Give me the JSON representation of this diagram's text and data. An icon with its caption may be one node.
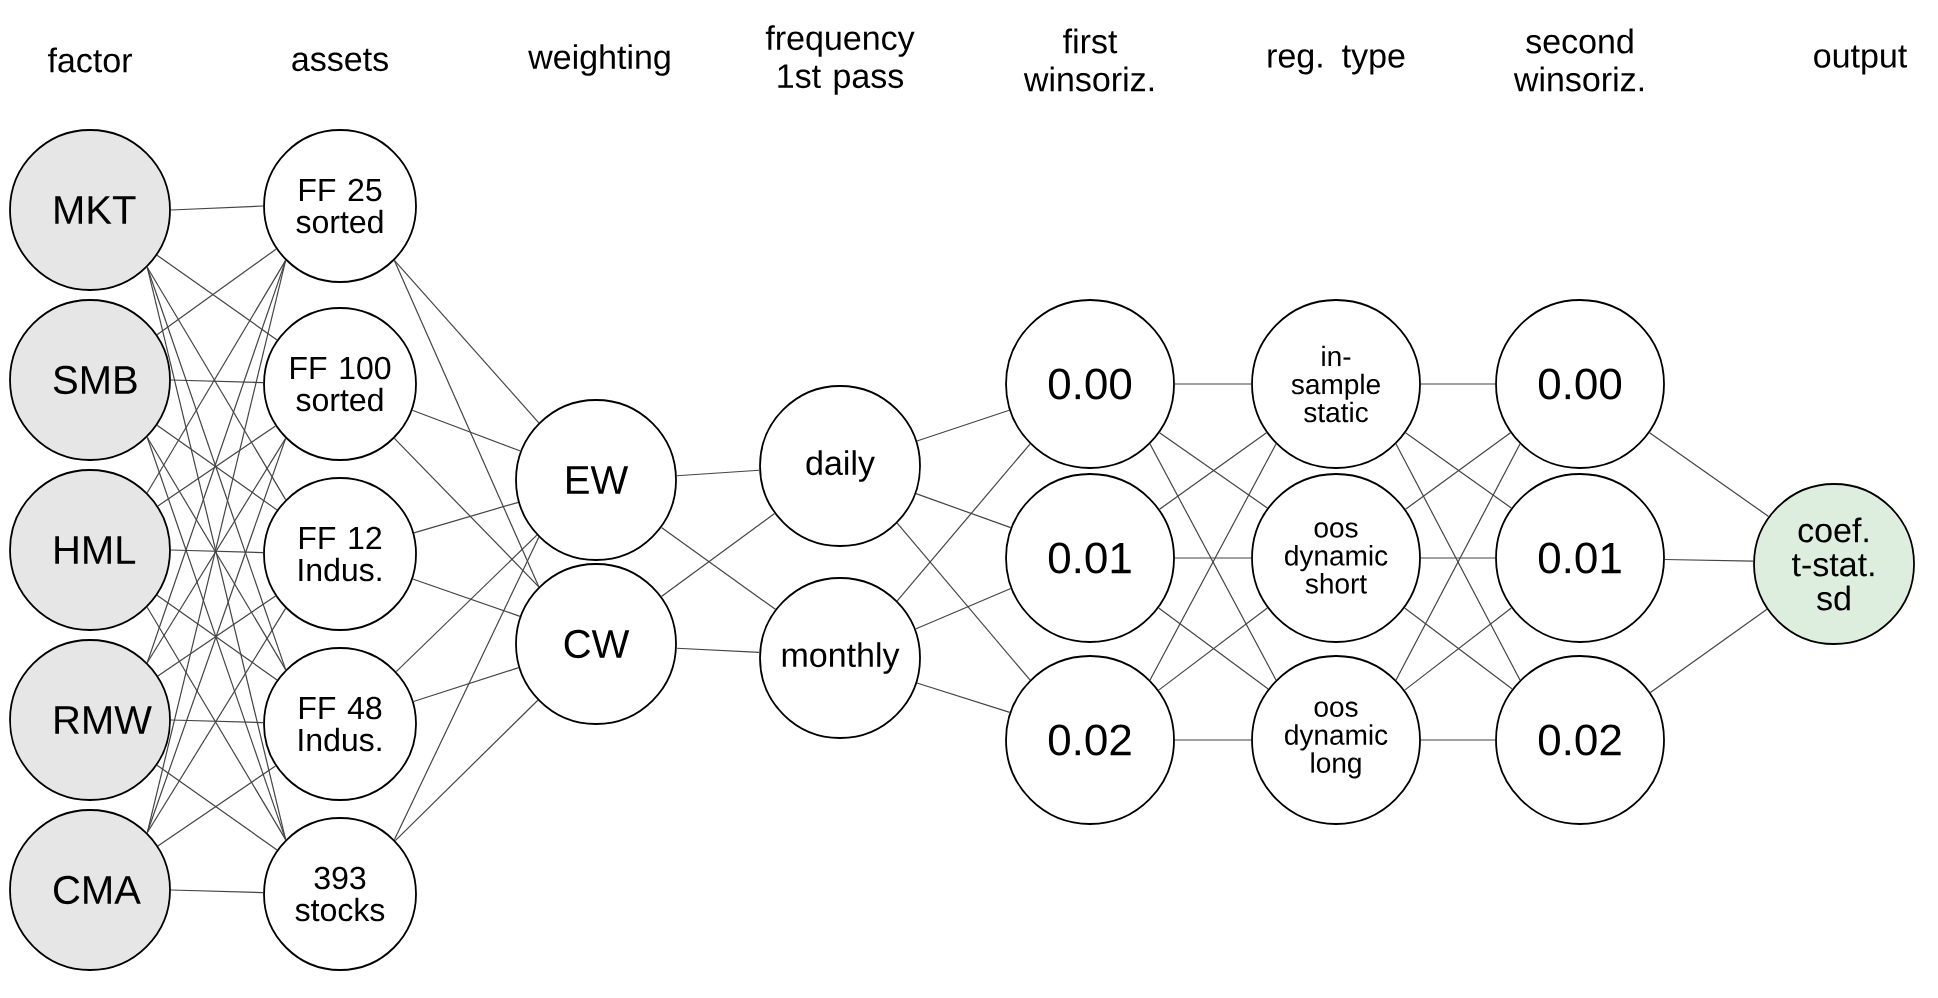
{
  "diagram": {
    "nodes": [
      {
        "text": [
          "MKT"
        ]
      },
      {
        "text": [
          "SMB"
        ]
      },
      {
        "text": [
          "HML"
        ]
      },
      {
        "text": [
          "RMW"
        ]
      },
      {
        "text": [
          "CMA"
        ]
      },
      {
        "text": [
          "FF 25 sorted"
        ]
      },
      {
        "text": [
          "FF 100 sorted"
        ]
      },
      {
        "text": [
          "FF 12 Indus."
        ]
      },
      {
        "text": [
          "FF 48 Indus."
        ]
      },
      {
        "text": [
          "393 stocks"
        ]
      },
      {
        "text": [
          "EW"
        ]
      },
      {
        "text": [
          "CW"
        ]
      },
      {
        "text": [
          "daily"
        ]
      },
      {
        "text": [
          "monthly"
        ]
      },
      {
        "text": [
          "0.00"
        ]
      },
      {
        "text": [
          "0.01"
        ]
      },
      {
        "text": [
          "0.02"
        ]
      },
      {
        "text": [
          "in-sample static"
        ]
      },
      {
        "text": [
          "oos dynamic short"
        ]
      },
      {
        "text": [
          "oos dynamic long"
        ]
      },
      {
        "text": [
          "0.00"
        ]
      },
      {
        "text": [
          "0.01"
        ]
      },
      {
        "text": [
          "0.02"
        ]
      },
      {
        "text": [
          "coef. t-stat. sd"
        ]
      }
    ],
    "edges": [
      {
        "from": 0,
        "to": 5,
        "arrow": "none"
      },
      {
        "from": 0,
        "to": 6,
        "arrow": "none"
      },
      {
        "from": 0,
        "to": 7,
        "arrow": "none"
      },
      {
        "from": 0,
        "to": 8,
        "arrow": "none"
      },
      {
        "from": 0,
        "to": 9,
        "arrow": "none"
      },
      {
        "from": 1,
        "to": 5,
        "arrow": "none"
      },
      {
        "from": 1,
        "to": 6,
        "arrow": "none"
      },
      {
        "from": 1,
        "to": 7,
        "arrow": "none"
      },
      {
        "from": 1,
        "to": 8,
        "arrow": "none"
      },
      {
        "from": 1,
        "to": 9,
        "arrow": "none"
      },
      {
        "from": 2,
        "to": 5,
        "arrow": "none"
      },
      {
        "from": 2,
        "to": 6,
        "arrow": "none"
      },
      {
        "from": 2,
        "to": 7,
        "arrow": "none"
      },
      {
        "from": 2,
        "to": 8,
        "arrow": "none"
      },
      {
        "from": 2,
        "to": 9,
        "arrow": "none"
      },
      {
        "from": 3,
        "to": 5,
        "arrow": "none"
      },
      {
        "from": 3,
        "to": 6,
        "arrow": "none"
      },
      {
        "from": 3,
        "to": 7,
        "arrow": "none"
      },
      {
        "from": 3,
        "to": 8,
        "arrow": "none"
      },
      {
        "from": 3,
        "to": 9,
        "arrow": "none"
      },
      {
        "from": 4,
        "to": 5,
        "arrow": "none"
      },
      {
        "from": 4,
        "to": 6,
        "arrow": "none"
      },
      {
        "from": 4,
        "to": 7,
        "arrow": "none"
      },
      {
        "from": 4,
        "to": 8,
        "arrow": "none"
      },
      {
        "from": 4,
        "to": 9,
        "arrow": "none"
      },
      {
        "from": 5,
        "to": 10,
        "arrow": "none"
      },
      {
        "from": 5,
        "to": 11,
        "arrow": "none"
      },
      {
        "from": 6,
        "to": 10,
        "arrow": "none"
      },
      {
        "from": 6,
        "to": 11,
        "arrow": "none"
      },
      {
        "from": 7,
        "to": 10,
        "arrow": "none"
      },
      {
        "from": 7,
        "to": 11,
        "arrow": "none"
      },
      {
        "from": 8,
        "to": 10,
        "arrow": "none"
      },
      {
        "from": 8,
        "to": 11,
        "arrow": "none"
      },
      {
        "from": 9,
        "to": 10,
        "arrow": "none"
      },
      {
        "from": 9,
        "to": 11,
        "arrow": "none"
      },
      {
        "from": 10,
        "to": 12,
        "arrow": "none"
      },
      {
        "from": 10,
        "to": 13,
        "arrow": "none"
      },
      {
        "from": 11,
        "to": 12,
        "arrow": "none"
      },
      {
        "from": 11,
        "to": 13,
        "arrow": "none"
      },
      {
        "from": 12,
        "to": 14,
        "arrow": "none"
      },
      {
        "from": 12,
        "to": 15,
        "arrow": "none"
      },
      {
        "from": 12,
        "to": 16,
        "arrow": "none"
      },
      {
        "from": 13,
        "to": 14,
        "arrow": "none"
      },
      {
        "from": 13,
        "to": 15,
        "arrow": "none"
      },
      {
        "from": 13,
        "to": 16,
        "arrow": "none"
      },
      {
        "from": 14,
        "to": 17,
        "arrow": "none"
      },
      {
        "from": 14,
        "to": 18,
        "arrow": "none"
      },
      {
        "from": 14,
        "to": 19,
        "arrow": "none"
      },
      {
        "from": 15,
        "to": 17,
        "arrow": "none"
      },
      {
        "from": 15,
        "to": 18,
        "arrow": "none"
      },
      {
        "from": 15,
        "to": 19,
        "arrow": "none"
      },
      {
        "from": 16,
        "to": 17,
        "arrow": "none"
      },
      {
        "from": 16,
        "to": 18,
        "arrow": "none"
      },
      {
        "from": 16,
        "to": 19,
        "arrow": "none"
      },
      {
        "from": 17,
        "to": 20,
        "arrow": "none"
      },
      {
        "from": 17,
        "to": 21,
        "arrow": "none"
      },
      {
        "from": 17,
        "to": 22,
        "arrow": "none"
      },
      {
        "from": 18,
        "to": 20,
        "arrow": "none"
      },
      {
        "from": 18,
        "to": 21,
        "arrow": "none"
      },
      {
        "from": 18,
        "to": 22,
        "arrow": "none"
      },
      {
        "from": 19,
        "to": 20,
        "arrow": "none"
      },
      {
        "from": 19,
        "to": 21,
        "arrow": "none"
      },
      {
        "from": 19,
        "to": 22,
        "arrow": "none"
      },
      {
        "from": 20,
        "to": 23,
        "arrow": "none"
      },
      {
        "from": 21,
        "to": 23,
        "arrow": "none"
      },
      {
        "from": 22,
        "to": 23,
        "arrow": "none"
      }
    ],
    "labels": [
      "factor",
      "assets",
      "weighting",
      "frequency 1st pass",
      "first winsoriz.",
      "reg. type",
      "second winsoriz.",
      "output"
    ]
  }
}
